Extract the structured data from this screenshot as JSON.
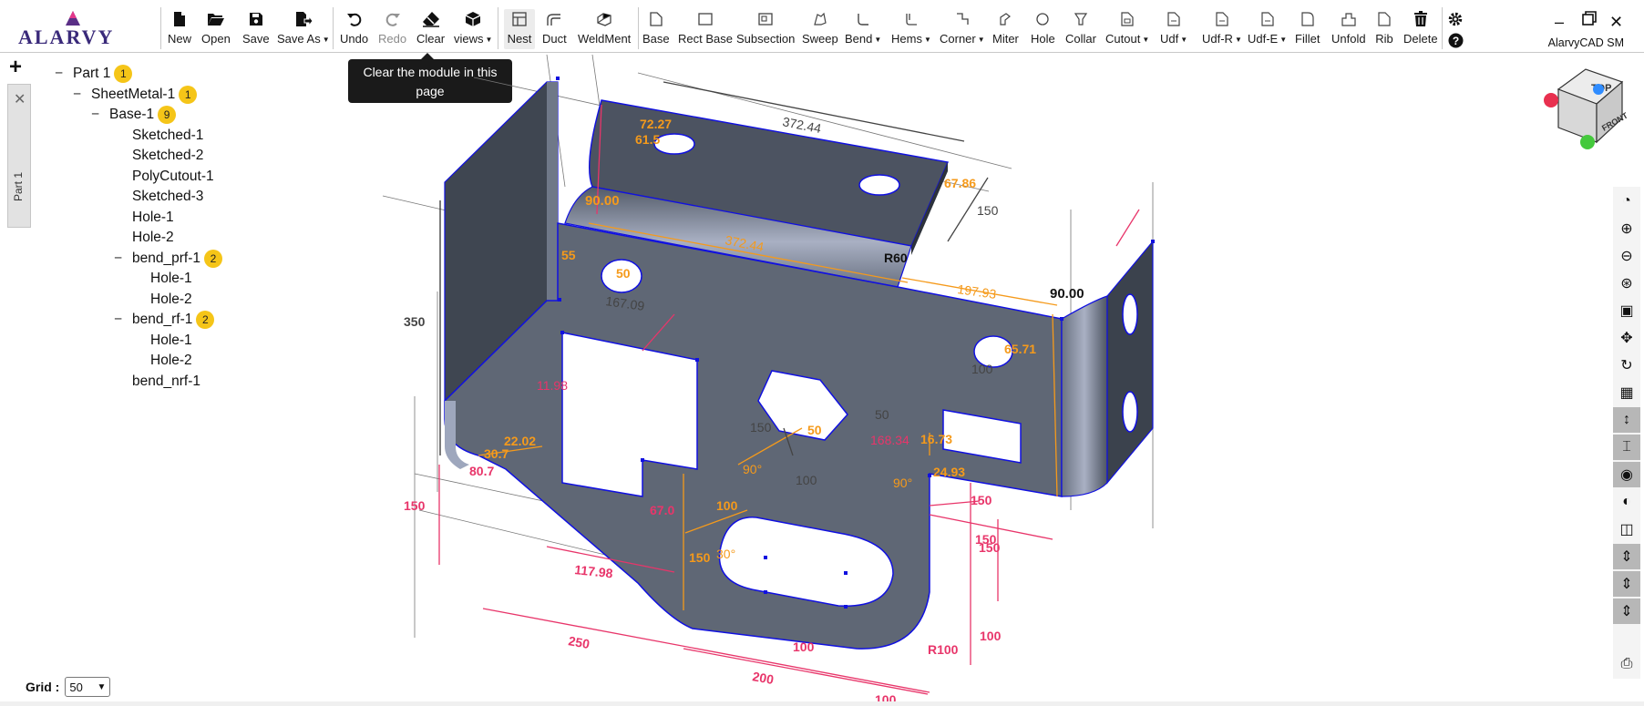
{
  "app": {
    "name": "AlarvyCAD SM",
    "logo_text": "ALARVY"
  },
  "toolbar": {
    "file": [
      {
        "label": "New",
        "icon": "new-file-icon"
      },
      {
        "label": "Open",
        "icon": "folder-open-icon"
      },
      {
        "label": "Save",
        "icon": "save-icon"
      },
      {
        "label": "Save As",
        "icon": "save-as-icon"
      }
    ],
    "edit": [
      {
        "label": "Undo",
        "icon": "undo-icon"
      },
      {
        "label": "Redo",
        "icon": "redo-icon"
      },
      {
        "label": "Clear",
        "icon": "eraser-icon"
      },
      {
        "label": "views",
        "icon": "cube-icon"
      }
    ],
    "modes": [
      {
        "label": "Nest",
        "icon": "nest-icon"
      },
      {
        "label": "Duct",
        "icon": "duct-icon"
      },
      {
        "label": "WeldMent",
        "icon": "weldment-icon"
      }
    ],
    "features": [
      {
        "label": "Base"
      },
      {
        "label": "Rect Base"
      },
      {
        "label": "Subsection"
      },
      {
        "label": "Sweep"
      },
      {
        "label": "Bend"
      },
      {
        "label": "Hems"
      },
      {
        "label": "Corner"
      },
      {
        "label": "Miter"
      },
      {
        "label": "Hole"
      },
      {
        "label": "Collar"
      },
      {
        "label": "Cutout"
      },
      {
        "label": "Udf"
      },
      {
        "label": "Udf-R"
      },
      {
        "label": "Udf-E"
      },
      {
        "label": "Fillet"
      },
      {
        "label": "Unfold"
      },
      {
        "label": "Rib"
      },
      {
        "label": "Delete"
      }
    ]
  },
  "tooltip": {
    "line1": "Clear the module in this",
    "line2": "page"
  },
  "rail": {
    "tab_label": "Part 1"
  },
  "tree": [
    {
      "label": "Part 1",
      "badge": "1",
      "level": 0,
      "toggle": "−"
    },
    {
      "label": "SheetMetal-1",
      "badge": "1",
      "level": 1,
      "toggle": "−"
    },
    {
      "label": "Base-1",
      "badge": "9",
      "level": 2,
      "toggle": "−"
    },
    {
      "label": "Sketched-1",
      "level": 3
    },
    {
      "label": "Sketched-2",
      "level": 3
    },
    {
      "label": "PolyCutout-1",
      "level": 3
    },
    {
      "label": "Sketched-3",
      "level": 3
    },
    {
      "label": "Hole-1",
      "level": 3
    },
    {
      "label": "Hole-2",
      "level": 3
    },
    {
      "label": "bend_prf-1",
      "badge": "2",
      "level": 3,
      "toggle": "−"
    },
    {
      "label": "Hole-1",
      "level": 4
    },
    {
      "label": "Hole-2",
      "level": 4
    },
    {
      "label": "bend_rf-1",
      "badge": "2",
      "level": 3,
      "toggle": "−"
    },
    {
      "label": "Hole-1",
      "level": 4
    },
    {
      "label": "Hole-2",
      "level": 4
    },
    {
      "label": "bend_nrf-1",
      "level": 3
    }
  ],
  "viewcube": {
    "top": "TOP",
    "front": "FRONT"
  },
  "grid": {
    "label": "Grid :",
    "value": "50"
  },
  "dimensions": {
    "top_length": "372.44",
    "top_length2": "372.44",
    "depth": "150",
    "radius_top": "67.86",
    "r60": "R60",
    "right_len": "197.93",
    "angle_right": "90.00",
    "angle_left": "90.00",
    "hole_d": "50",
    "d55": "55",
    "x167": "167.09",
    "h350": "350",
    "d65": "65.71",
    "d100": "100",
    "d150a": "150",
    "d168": "168.34",
    "d16": "16.73",
    "d24": "24.93",
    "d90a": "90°",
    "d90b": "90°",
    "d117": "117.98",
    "d250": "250",
    "d200": "200",
    "d100b": "100",
    "d100c": "100",
    "r100": "R100",
    "d150b": "150",
    "d150c": "150",
    "d150d": "150",
    "d72": "72.27",
    "d61": "61.5",
    "d30": "30.7",
    "d22": "22.02",
    "d67": "67.0",
    "d150e": "150",
    "d100d": "100",
    "d30b": "30°",
    "d80": "80.7",
    "d11": "11.98",
    "d50b": "50",
    "d50c": "50",
    "d100e": "100",
    "d100f": "100",
    "d150f": "150"
  },
  "colors": {
    "part_fill": "#5f6775",
    "part_edge": "#1010e0",
    "dim_orange": "#f59a1b",
    "dim_red": "#e8356a",
    "dim_dark": "#444444"
  }
}
